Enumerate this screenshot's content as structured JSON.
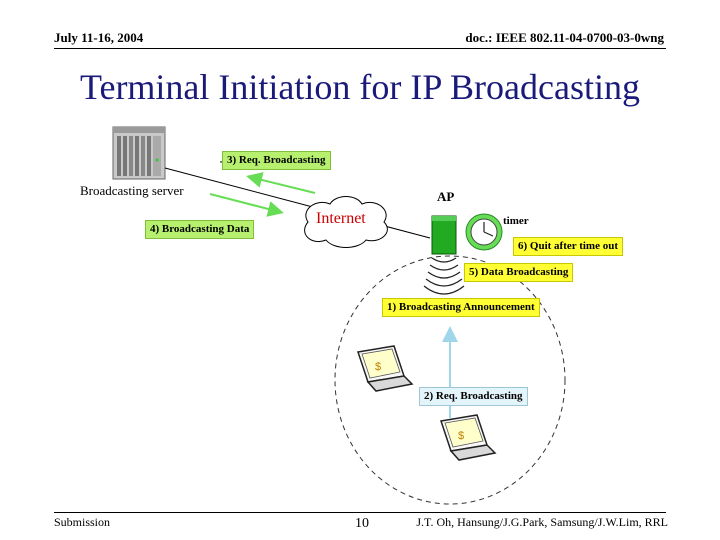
{
  "header": {
    "date": "July 11-16, 2004",
    "doc_id": "doc.: IEEE 802.11-04-0700-03-0wng"
  },
  "title": "Terminal Initiation for IP Broadcasting",
  "labels": {
    "server": "Broadcasting server",
    "ap": "AP",
    "internet": "Internet",
    "timer": "timer"
  },
  "steps": {
    "step1": "1) Broadcasting Announcement",
    "step2": "2) Req. Broadcasting",
    "step3": "3) Req. Broadcasting",
    "step4": "4) Broadcasting Data",
    "step5": "5) Data Broadcasting",
    "step6": "6) Quit after time out"
  },
  "footer": {
    "left": "Submission",
    "page": "10",
    "right": "J.T. Oh, Hansung/J.G.Park, Samsung/J.W.Lim, RRL"
  },
  "colors": {
    "title": "#1a1a7a",
    "green_arrow": "#66dd55",
    "green_box": "#b6f06e",
    "yellow_box": "#ffff33",
    "lightblue_box": "#e4f4fb",
    "internet_text": "#cc0000",
    "ap_green": "#22aa22"
  }
}
